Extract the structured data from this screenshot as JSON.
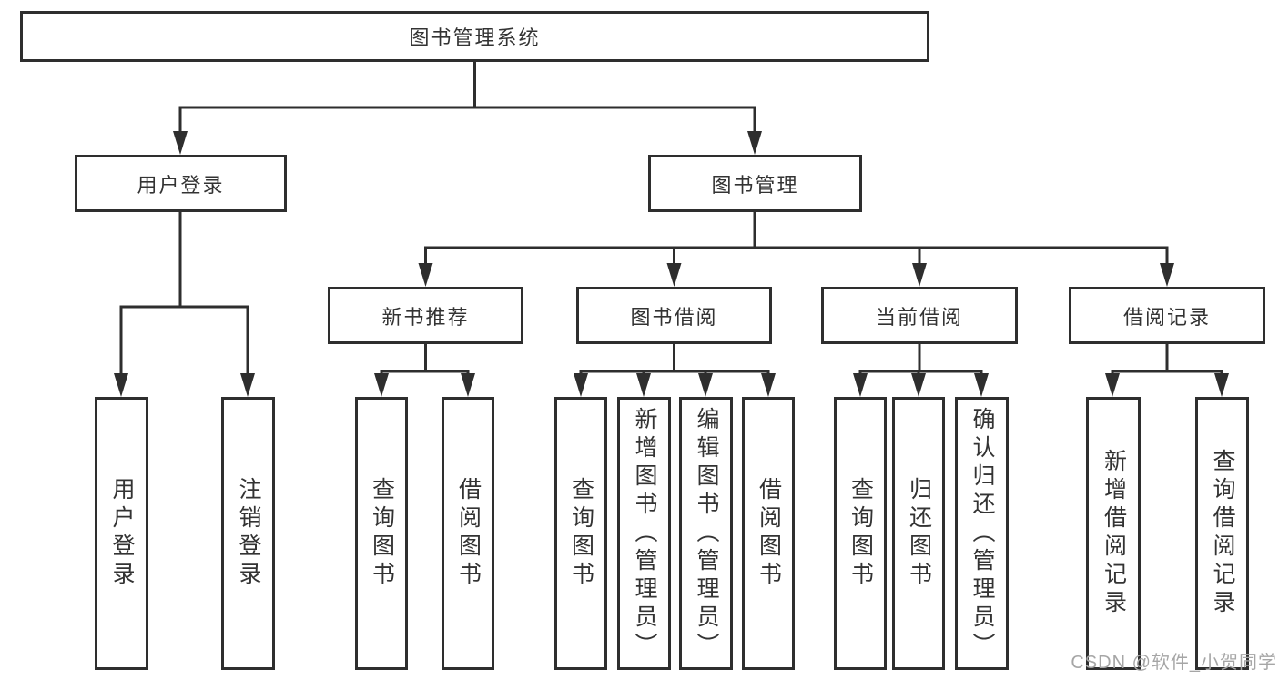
{
  "diagram_title": "图书管理系统",
  "nodes": {
    "root": "图书管理系统",
    "user_login": "用户登录",
    "book_mgmt": "图书管理",
    "leaf_user_login": "用户登录",
    "leaf_logout": "注销登录",
    "new_book_rec": "新书推荐",
    "book_borrow": "图书借阅",
    "current_borrow": "当前借阅",
    "borrow_record": "借阅记录",
    "nb_query": "查询图书",
    "nb_borrow": "借阅图书",
    "bb_query": "查询图书",
    "bb_add": "新增图书（管理员）",
    "bb_edit": "编辑图书（管理员）",
    "bb_borrow": "借阅图书",
    "cb_query": "查询图书",
    "cb_return": "归还图书",
    "cb_confirm": "确认归还（管理员）",
    "br_add": "新增借阅记录",
    "br_query": "查询借阅记录"
  },
  "watermark": "CSDN @软件_小贺同学",
  "colors": {
    "line": "#2e2e2e",
    "box_border": "#2e2e2e",
    "text": "#333333",
    "watermark": "#a6a6a6",
    "background": "#ffffff"
  }
}
